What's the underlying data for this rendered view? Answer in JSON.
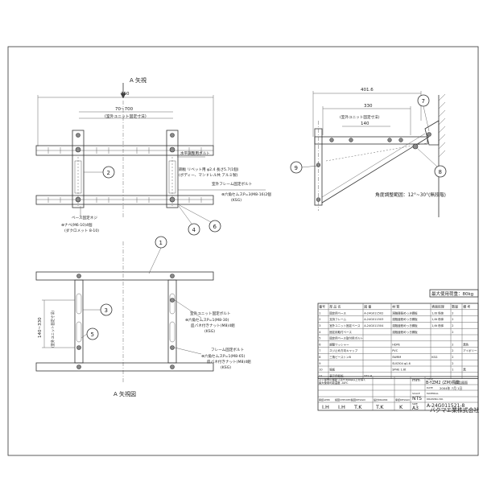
{
  "views": {
    "front_title": "A 矢視",
    "bottom_title": "A 矢視図"
  },
  "dimensions": {
    "overall_width": "750",
    "inner_range": "70~700",
    "fixing_dim": "(室外ユニット固定寸法)",
    "vertical_range": "140~330",
    "vertical_fixing": "(室外ユニット固定寸法)",
    "side_total": "401.6",
    "side_330": "330",
    "side_140": "140",
    "side_fixing": "(室外ユニット固定寸法)",
    "angle_range": "角度調整範囲：12°~30°(無段階)"
  },
  "annotations": {
    "level_adjust_1": "水平調整用ボルト",
    "level_adjust_2": "鋼板 リベット用 φ2.4 長さ5.7(1個)",
    "level_adjust_3": "(ボディー、マンドレル共 アルミ製)",
    "frame_bolt_1": "室外フレーム固定ボルト",
    "frame_bolt_2": "⊕六角セムスP=3(M8-16)2個",
    "frame_bolt_3": "(KSG)",
    "base_screw_1": "ベース固定ネジ",
    "base_screw_2": "⊕ナベ(M6-10)4個",
    "base_screw_3": "(ダクロメット 8-10)",
    "unit_bolt_1": "室外ユニット固定ボルト",
    "unit_bolt_2": "⊕六角セムスP=1(M8-30)",
    "unit_bolt_3": "皿バネ付きナット(M8)4組",
    "unit_bolt_4": "(KSG)",
    "frame_bolt2_1": "フレーム固定ボルト",
    "frame_bolt2_2": "⊕六角セムスP=1(M8-65)",
    "frame_bolt2_3": "皿バネ付きナット(M8)4組",
    "frame_bolt2_4": "(KSG)"
  },
  "balloons": [
    "1",
    "2",
    "3",
    "4",
    "5",
    "6",
    "7",
    "8",
    "9"
  ],
  "max_load": "最大使用荷重：80kg",
  "parts_table": {
    "headers": [
      "番号",
      "部 品 名",
      "図 番",
      "材 質",
      "表面処理",
      "数量",
      "備 考"
    ],
    "rows": [
      [
        "1",
        "固定用ベース",
        "A-24G011502",
        "溶融亜鉛めっき鋼板",
        "1,6t 粉体",
        "2",
        ""
      ],
      [
        "2",
        "支持フレーム",
        "A-24G011503",
        "溶融亜鉛めっき鋼板",
        "1,6t 粉体",
        "2",
        ""
      ],
      [
        "3",
        "室外ユニット固定ベース",
        "A-24G011504",
        "溶融亜鉛めっき鋼板",
        "1,6t 粉体",
        "2",
        ""
      ],
      [
        "4",
        "固定用取付ベース",
        "",
        "溶融亜鉛めっき鋼板",
        "",
        "2",
        ""
      ],
      [
        "5",
        "固定用ベース取付用ボルト",
        "",
        "",
        "",
        "",
        ""
      ],
      [
        "6",
        "調整ワッシャー",
        "",
        "HDPE",
        "",
        "2",
        "黒色"
      ],
      [
        "7",
        "ネジ止め方向キャップ",
        "",
        "PVC",
        "",
        "2",
        "アイボリー"
      ],
      [
        "8",
        "三角ピーストンB",
        "",
        "SWRM",
        "KSG",
        "2",
        ""
      ],
      [
        "9",
        "",
        "",
        "SUS304 φ1.6",
        "",
        "2",
        ""
      ],
      [
        "10",
        "銘板",
        "",
        "SPHE 1.6t",
        "",
        "1",
        "黒"
      ],
      [
        "11",
        "表示用銘板",
        "YT2-6",
        "",
        "",
        "",
        ""
      ]
    ]
  },
  "title_block": {
    "notes_1": "ネジ部等の機能寸法PT600μ以上を除く",
    "notes_2": "最大使用可能温度 -40℃",
    "unit_label": "mm",
    "title_label": "TITLE",
    "title": "B-YZM2 (ZM)標準 ",
    "subtitle": "部品図面",
    "date_label": "DATE",
    "date": "2004年 7月 1日",
    "material_label": "MATERIAL",
    "drawing_no_label": "DRAWING NO.",
    "drawing_no": "A-24G011521-8",
    "scale_label": "SCALE",
    "scale": "NTS",
    "size_label": "SIZE",
    "size": "A3",
    "sign_labels": [
      "承認APPR",
      "検図CHECKED",
      "製図DESIGN",
      "設計DRAWN",
      "承認DESIGN"
    ],
    "signs": [
      "I.H",
      "I.H",
      "T.K",
      "T.K",
      "K"
    ],
    "company": "バクマエ業株式会社"
  }
}
